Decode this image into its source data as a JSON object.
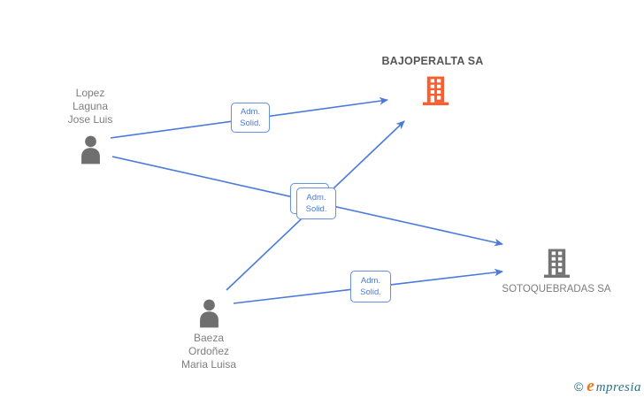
{
  "diagram": {
    "type": "corporate-relationship-graph",
    "nodes": [
      {
        "id": "lopez",
        "kind": "person",
        "lines": [
          "Lopez",
          "Laguna",
          "Jose Luis"
        ]
      },
      {
        "id": "bajoperalta",
        "kind": "company",
        "name": "BAJOPERALTA SA",
        "highlighted": true
      },
      {
        "id": "sotoquebradas",
        "kind": "company",
        "name": "SOTOQUEBRADAS SA",
        "highlighted": false
      },
      {
        "id": "baeza",
        "kind": "person",
        "lines": [
          "Baeza",
          "Ordoñez",
          "Maria Luisa"
        ]
      }
    ],
    "edges": [
      {
        "from": "lopez",
        "to": "bajoperalta",
        "label_lines": [
          "Adm.",
          "Solid."
        ]
      },
      {
        "from": "lopez",
        "to": "sotoquebradas",
        "label_lines": [
          "Adm.",
          "Solid."
        ]
      },
      {
        "from": "baeza",
        "to": "bajoperalta",
        "label_lines": [
          "Adm.",
          "Solid."
        ]
      },
      {
        "from": "baeza",
        "to": "sotoquebradas",
        "label_lines": [
          "Adm.",
          "Solid."
        ]
      }
    ],
    "colors": {
      "edge_blue": "#4a7bd9",
      "label_border_blue": "#6a93dc",
      "person_gray": "#6f6f6f",
      "company_gray": "#747474",
      "company_orange": "#fb5e2e",
      "name_text_gray": "#7e7e7e",
      "highlight_title_gray": "#565656"
    }
  },
  "watermark": {
    "copyright_symbol": "©",
    "brand_initial": "e",
    "brand_rest": "mpresia"
  }
}
